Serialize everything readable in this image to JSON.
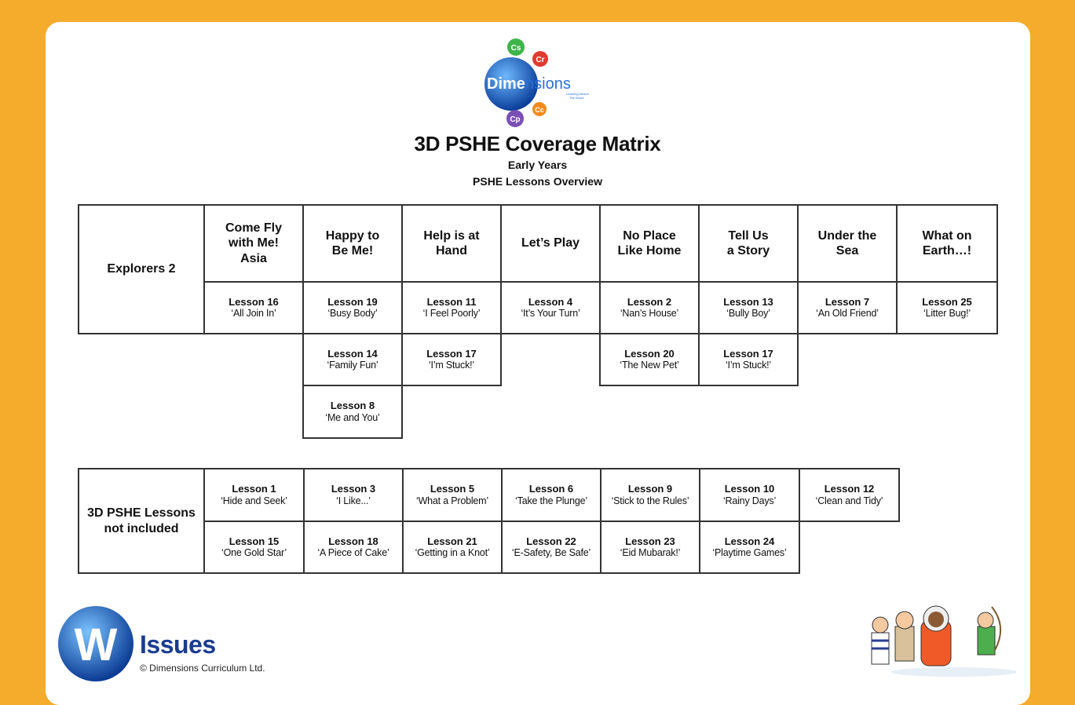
{
  "logo": {
    "wordmark_left": "Dime",
    "wordmark_right": "nsions",
    "tagline_line1": "Learning Means",
    "tagline_line2": "The World",
    "bubble_letters": [
      "Cs",
      "Cr",
      "Cp",
      "Cc"
    ]
  },
  "header": {
    "title": "3D PSHE Coverage Matrix",
    "subtitle1": "Early Years",
    "subtitle2": "PSHE Lessons Overview"
  },
  "matrix": {
    "row_label": "Explorers 2",
    "columns": [
      {
        "topic_lines": [
          "Come Fly",
          "with Me!",
          "Asia"
        ],
        "lessons": [
          {
            "number": "Lesson 16",
            "title": "‘All Join In’"
          }
        ]
      },
      {
        "topic_lines": [
          "Happy to",
          "Be Me!"
        ],
        "lessons": [
          {
            "number": "Lesson 19",
            "title": "‘Busy Body’"
          },
          {
            "number": "Lesson 14",
            "title": "‘Family Fun’"
          },
          {
            "number": "Lesson 8",
            "title": "‘Me and You’"
          }
        ]
      },
      {
        "topic_lines": [
          "Help is at",
          "Hand"
        ],
        "lessons": [
          {
            "number": "Lesson 11",
            "title": "‘I Feel Poorly’"
          },
          {
            "number": "Lesson 17",
            "title": "‘I’m Stuck!’"
          }
        ]
      },
      {
        "topic_lines": [
          "Let’s Play"
        ],
        "lessons": [
          {
            "number": "Lesson 4",
            "title": "‘It’s Your Turn’"
          }
        ]
      },
      {
        "topic_lines": [
          "No Place",
          "Like Home"
        ],
        "lessons": [
          {
            "number": "Lesson 2",
            "title": "‘Nan’s House’"
          },
          {
            "number": "Lesson 20",
            "title": "‘The New Pet’"
          }
        ]
      },
      {
        "topic_lines": [
          "Tell Us",
          "a Story"
        ],
        "lessons": [
          {
            "number": "Lesson 13",
            "title": "‘Bully Boy’"
          },
          {
            "number": "Lesson 17",
            "title": "‘I’m Stuck!’"
          }
        ]
      },
      {
        "topic_lines": [
          "Under the",
          "Sea"
        ],
        "lessons": [
          {
            "number": "Lesson 7",
            "title": "‘An Old Friend’"
          }
        ]
      },
      {
        "topic_lines": [
          "What on",
          "Earth…!"
        ],
        "lessons": [
          {
            "number": "Lesson 25",
            "title": "‘Litter Bug!’"
          }
        ]
      }
    ]
  },
  "not_included": {
    "label_line1": "3D PSHE Lessons",
    "label_line2": "not included",
    "rows": [
      [
        {
          "number": "Lesson 1",
          "title": "‘Hide and Seek’"
        },
        {
          "number": "Lesson 3",
          "title": "‘I Like...’"
        },
        {
          "number": "Lesson 5",
          "title": "‘What a Problem’"
        },
        {
          "number": "Lesson 6",
          "title": "‘Take the Plunge’"
        },
        {
          "number": "Lesson 9",
          "title": "‘Stick to the Rules’"
        },
        {
          "number": "Lesson 10",
          "title": "‘Rainy Days’"
        },
        {
          "number": "Lesson 12",
          "title": "‘Clean and Tidy’"
        }
      ],
      [
        {
          "number": "Lesson 15",
          "title": "‘One Gold Star’"
        },
        {
          "number": "Lesson 18",
          "title": "‘A Piece of Cake’"
        },
        {
          "number": "Lesson 21",
          "title": "‘Getting in a Knot’"
        },
        {
          "number": "Lesson 22",
          "title": "‘E-Safety, Be Safe’"
        },
        {
          "number": "Lesson 23",
          "title": "‘Eid Mubarak!’"
        },
        {
          "number": "Lesson 24",
          "title": "‘Playtime Games’"
        }
      ]
    ]
  },
  "footer": {
    "badge_letter": "W",
    "brand": "Issues",
    "copyright": "© Dimensions Curriculum Ltd."
  },
  "colors": {
    "page_background": "#f5ab2c",
    "brand_blue": "#1a3c8f",
    "globe_blue": "#1b6fd0",
    "bubble_green": "#3db54a",
    "bubble_red": "#e03b2f",
    "bubble_purple": "#7b4fb5",
    "bubble_orange": "#f28c1e"
  }
}
